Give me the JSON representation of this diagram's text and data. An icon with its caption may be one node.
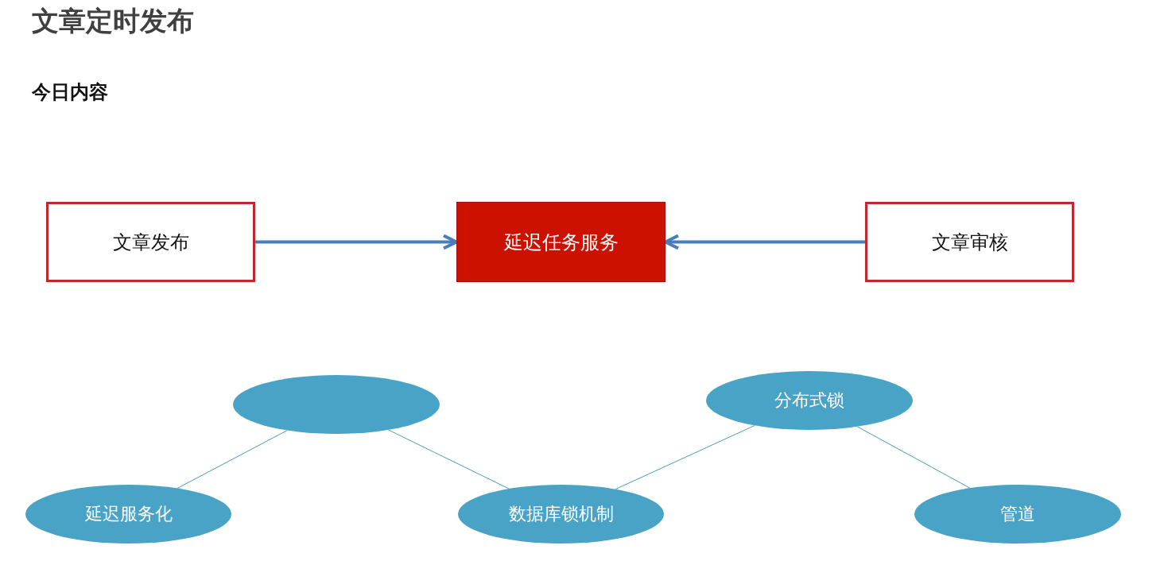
{
  "diagram": {
    "title": "文章定时发布",
    "nodes": [
      {
        "text": [
          "文章发布"
        ]
      },
      {
        "text": [
          "延迟任务服务"
        ]
      },
      {
        "text": [
          "文章审核"
        ]
      },
      {
        "text": [],
        "shape": "ellipse"
      },
      {
        "text": [
          "延迟服务化"
        ]
      },
      {
        "text": [
          "数据库锁机制"
        ]
      },
      {
        "text": [
          "分布式锁"
        ]
      },
      {
        "text": [
          "管道"
        ]
      }
    ],
    "edges": [
      {
        "from": 0,
        "to": 1,
        "arrow": "to",
        "style": "thick",
        "color": "#4a7ebb"
      },
      {
        "from": 2,
        "to": 1,
        "arrow": "to",
        "style": "thick",
        "color": "#4a7ebb"
      },
      {
        "from": 4,
        "to": 3,
        "arrow": "none"
      },
      {
        "from": 3,
        "to": 5,
        "arrow": "none"
      },
      {
        "from": 5,
        "to": 6,
        "arrow": "none"
      },
      {
        "from": 6,
        "to": 7,
        "arrow": "none"
      }
    ],
    "labels": [
      "今日内容"
    ]
  }
}
